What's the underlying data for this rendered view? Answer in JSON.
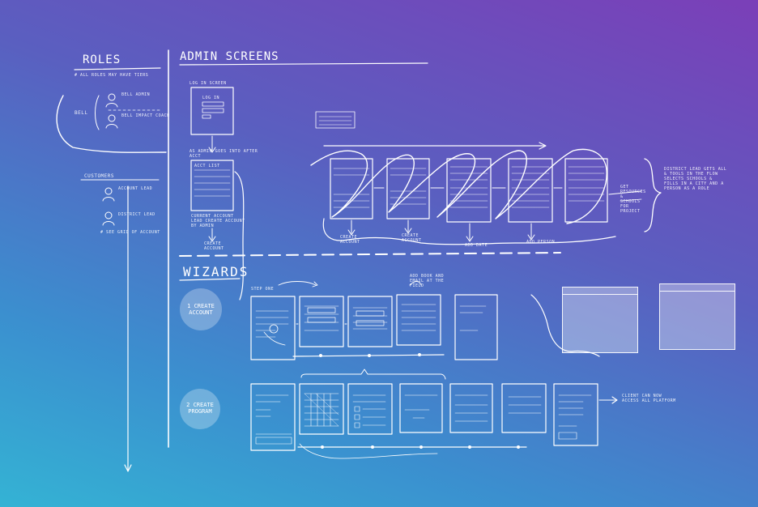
{
  "roles": {
    "title": "ROLES",
    "note": "# ALL ROLES MAY HAVE TIERS",
    "group_label": "BELL",
    "items": [
      "BELL ADMIN",
      "BELL IMPACT COACH"
    ]
  },
  "customers": {
    "title": "CUSTOMERS",
    "items": [
      "ACCOUNT LEAD",
      "DISTRICT LEAD"
    ],
    "note": "# SEE GRID OF ACCOUNT"
  },
  "admin": {
    "title": "ADMIN SCREENS",
    "login_label": "LOG IN SCREEN",
    "login_box": "LOG IN",
    "admin_note": "AS ADMIN GOES INTO AFTER ACCT",
    "admin_note2": "ACCT LIST",
    "lead_note": "CURRENT ACCOUNT LEAD CREATE ACCOUNT BY ADMIN",
    "create_account": "CREATE ACCOUNT",
    "flow_notes": [
      "CREATE ACCOUNT",
      "ADD DATE",
      "ADD PERSON",
      "CREATE ACCOUNT"
    ],
    "right_note": "DISTRICT LEAD GETS ALL & TOOLS IN THE FLOW SELECTS SCHOOLS & FILLS IN A CITY AND A PERSON AS A ROLE",
    "right_note2": "GET RESOURCES & SCHOOLS FOR PROJECT"
  },
  "wizards": {
    "title": "WIZARDS",
    "steps": [
      {
        "number": "1",
        "label": "CREATE ACCOUNT"
      },
      {
        "number": "2",
        "label": "CREATE PROGRAM"
      }
    ],
    "client_note": "CLIENT CAN NOW ACCESS ALL PLATFORM",
    "step_notes": [
      "STEP ONE",
      "ADD BOOK AND EMAIL AT THE FIELD"
    ]
  }
}
